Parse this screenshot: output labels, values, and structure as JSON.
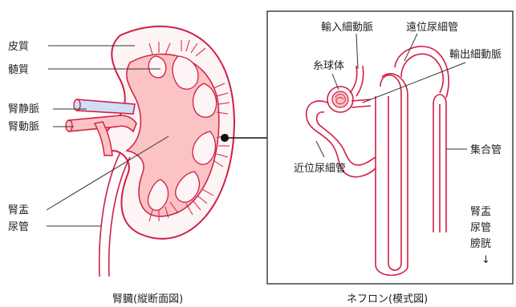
{
  "kidney": {
    "caption": "腎臓(縦断面図)",
    "labels": {
      "cortex": "皮質",
      "medulla": "髄質",
      "renal_vein": "腎静脈",
      "renal_artery": "腎動脈",
      "renal_pelvis": "腎盂",
      "ureter": "尿管"
    }
  },
  "nephron": {
    "caption": "ネフロン(模式図)",
    "labels": {
      "afferent_arteriole": "輸入細動脈",
      "distal_tubule": "遠位尿細管",
      "glomerulus": "糸球体",
      "efferent_arteriole": "輸出細動脈",
      "proximal_tubule": "近位尿細管",
      "collecting_duct": "集合管",
      "flow_pelvis": "腎盂",
      "flow_ureter": "尿管",
      "flow_bladder": "膀胱",
      "flow_arrow": "↓"
    }
  },
  "colors": {
    "outline": "#d21e46",
    "cortex_fill": "#fdf4f5",
    "medulla_fill": "#fbc3c3",
    "vein_fill": "#cfe0f5",
    "label_line": "#333333",
    "frame": "#333333"
  }
}
